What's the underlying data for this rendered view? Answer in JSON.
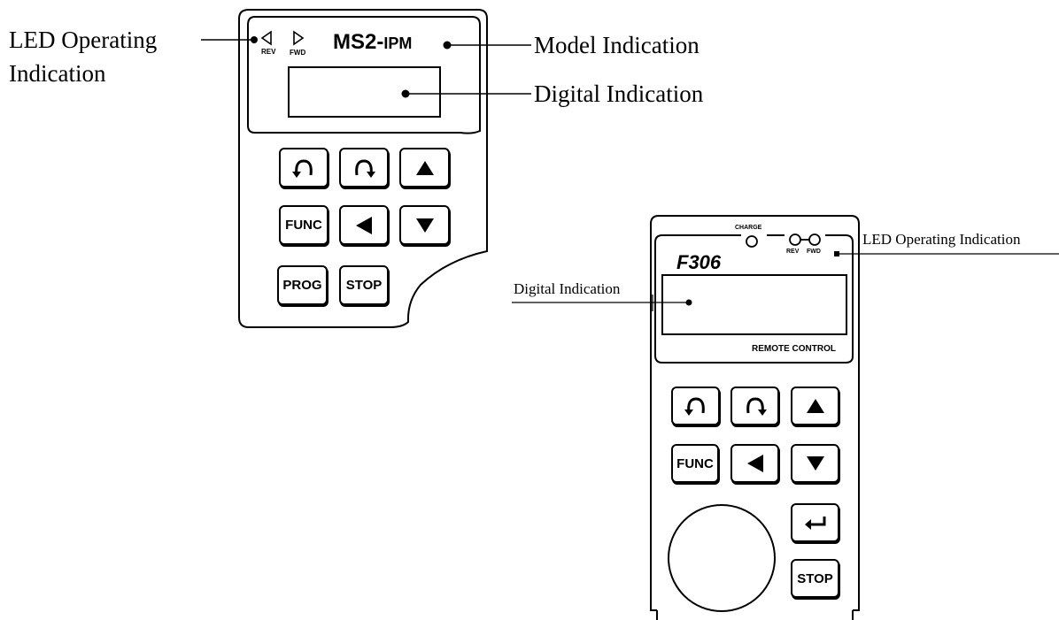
{
  "panel_a": {
    "model_name": "MS2-",
    "model_suffix": "IPM",
    "rev_label": "REV",
    "fwd_label": "FWD",
    "keys": {
      "rev_run_icon": "counterclockwise-rotate-icon",
      "fwd_run_icon": "clockwise-rotate-icon",
      "up_icon": "triangle-up-icon",
      "func_label": "FUNC",
      "left_icon": "triangle-left-icon",
      "down_icon": "triangle-down-icon",
      "prog_label": "PROG",
      "stop_label": "STOP"
    },
    "callouts": {
      "led_line1": "LED Operating",
      "led_line2": "Indication",
      "model": "Model Indication",
      "digital": "Digital Indication"
    }
  },
  "panel_b": {
    "model_name": "F306",
    "charge_label": "CHARGE",
    "rev_label": "REV",
    "fwd_label": "FWD",
    "remote_label": "REMOTE CONTROL",
    "keys": {
      "rev_run_icon": "counterclockwise-rotate-icon",
      "fwd_run_icon": "clockwise-rotate-icon",
      "up_icon": "triangle-up-icon",
      "func_label": "FUNC",
      "left_icon": "triangle-left-icon",
      "down_icon": "triangle-down-icon",
      "enter_icon": "enter-arrow-icon",
      "stop_label": "STOP",
      "dial_icon": "potentiometer-dial-icon"
    },
    "callouts": {
      "led": "LED Operating Indication",
      "digital": "Digital Indication"
    }
  },
  "colors": {
    "ink": "#000000",
    "paper": "#ffffff"
  }
}
